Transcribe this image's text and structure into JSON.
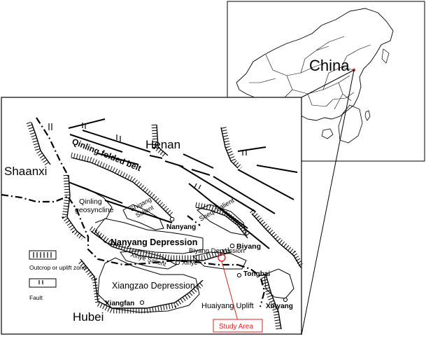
{
  "inset": {
    "country_label": "China"
  },
  "map_labels": {
    "henan": "Henan",
    "shaanxi": "Shaanxi",
    "hubei": "Hubei",
    "qinling_folded_belt": "Qinling folded belt",
    "qinling_geosyncline_1": "Qinling",
    "qinling_geosyncline_2": "geosyncline",
    "shigang_salient_1": "Shigang",
    "shigang_salient_2": "Salient",
    "sheqi_salient": "Sheqi Salient",
    "nanyang_depression": "Nanyang Depression",
    "xinye_salient": "Xinye Salient",
    "biyang_depression": "Biyang Depression",
    "xiangzao_depression": "Xiangzao Depression",
    "huaiyang_uplift": "Huaiyang Uplift"
  },
  "cities": {
    "nanyang": "Nanyang",
    "biyang": "Biyang",
    "xinye": "Xinye",
    "tongbai": "Tongbai",
    "xiangfan": "Xiangfan",
    "xinyang": "Xinyang"
  },
  "legend": {
    "uplift_label": "Outcrop or uplift zone",
    "fault_label": "Fault"
  },
  "study_area": {
    "label": "Study Area",
    "color": "#e0201b"
  },
  "colors": {
    "line": "#000000",
    "accent": "#e0201b"
  }
}
